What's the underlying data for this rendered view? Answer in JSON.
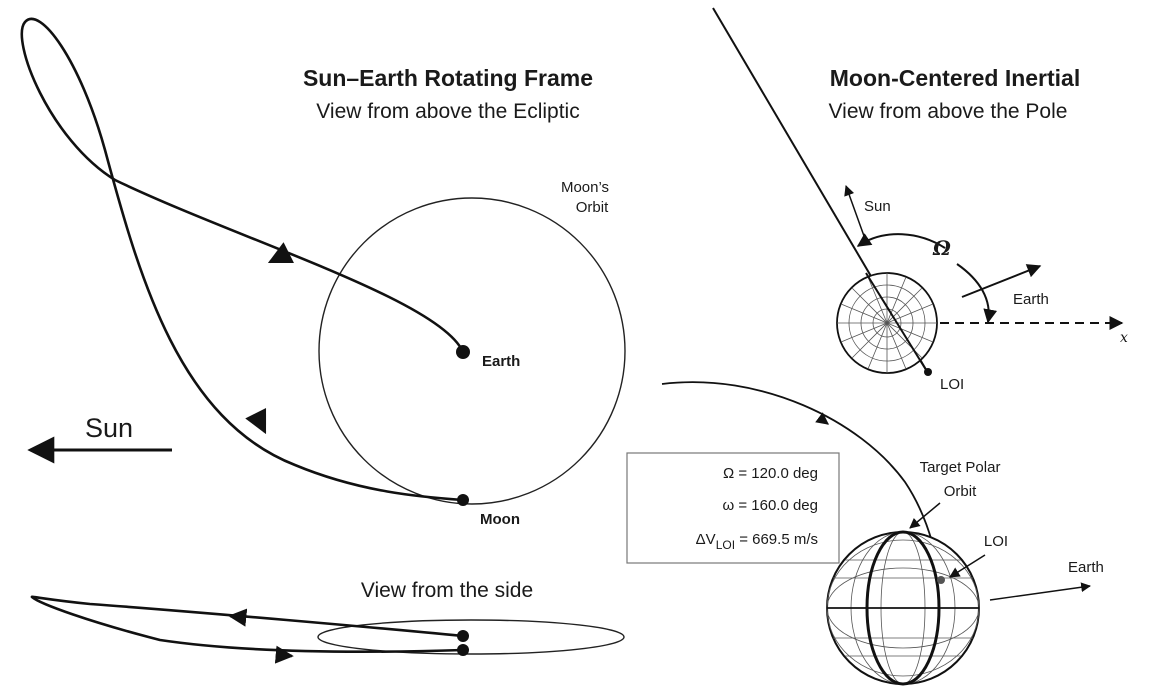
{
  "left_panel": {
    "title": "Sun–Earth Rotating Frame",
    "subtitle": "View from above the Ecliptic",
    "moon_orbit_label_line1": "Moon’s",
    "moon_orbit_label_line2": "Orbit",
    "earth_label": "Earth",
    "moon_label": "Moon",
    "sun_label": "Sun",
    "side_view_label": "View from the side"
  },
  "right_panel": {
    "title": "Moon-Centered Inertial",
    "subtitle": "View from above the Pole",
    "sun_label": "Sun",
    "omega_symbol": "Ω",
    "earth_label_top": "Earth",
    "x_axis_label": "x",
    "loi_label_top": "LOI",
    "target_orbit_line1": "Target Polar",
    "target_orbit_line2": "Orbit",
    "loi_label_bottom": "LOI",
    "earth_label_bottom": "Earth"
  },
  "params_box": {
    "omega_row": "Ω = 120.0 deg",
    "argp_row": "ω = 160.0 deg",
    "dv_prefix": "ΔV",
    "dv_subscript": "LOI",
    "dv_value": " = 669.5 m/s"
  },
  "colors": {
    "ink": "#111111",
    "grid": "#555555",
    "background": "#ffffff"
  }
}
